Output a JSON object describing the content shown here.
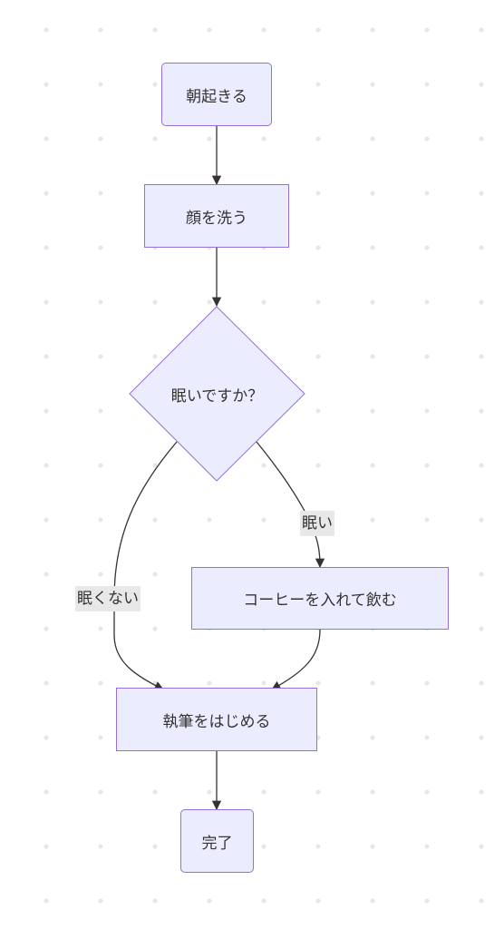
{
  "nodes": {
    "wake_up": "朝起きる",
    "wash_face": "顔を洗う",
    "sleepy_question": "眠いですか？",
    "coffee": "コーヒーを入れて飲む",
    "start_writing": "執筆をはじめる",
    "done": "完了"
  },
  "edges": {
    "not_sleepy": "眠くない",
    "sleepy": "眠い"
  },
  "colors": {
    "node_fill": "#ECECFF",
    "node_border": "#9370DB",
    "edge": "#333333",
    "label_bg": "#e8e8e8",
    "text": "#333333"
  }
}
